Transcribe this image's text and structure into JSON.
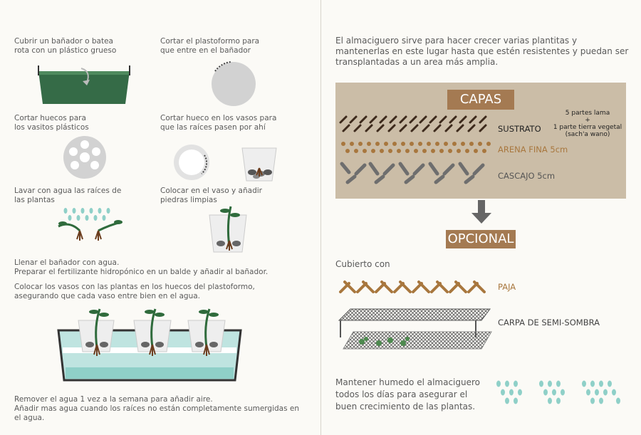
{
  "left": {
    "steps": [
      {
        "text": "Cubrir un bañador o  batea\nrota con un plástico grueso"
      },
      {
        "text": "Cortar el plastoformo para\nque entre en el bañador"
      },
      {
        "text": "Cortar huecos para\nlos vasitos plásticos"
      },
      {
        "text": "Cortar hueco en los vasos para\nque las raíces pasen por ahí"
      },
      {
        "text": "Lavar con agua las raíces de\nlas plantas"
      },
      {
        "text": "Colocar en el vaso y añadir\npiedras limpias"
      }
    ],
    "fill_text": "Llenar el bañador con agua.\nPreparar el fertilizante hidropónico en un balde y añadir al bañador.",
    "place_text": "Colocar los vasos con las plantas en los huecos del plastoformo,\nasegurando que cada vaso entre bien en el agua.",
    "remove_text": "Remover el agua 1 vez a la semana para añadir aire.\nAñadir mas agua cuando los raíces no están completamente sumergidas en\nel agua."
  },
  "right": {
    "intro": "El almaciguero  sirve para  hacer crecer varias plantitas y mantenerlas en este lugar hasta que estén resistentes y puedan ser transplantadas a un area más amplia.",
    "layers_title": "CAPAS",
    "layers": [
      {
        "label": "SUSTRATO",
        "color": "#222222"
      },
      {
        "label": "ARENA FINA 5cm",
        "color": "#a8773e"
      },
      {
        "label": "CASCAJO 5cm",
        "color": "#555555"
      }
    ],
    "substrate_note": "5 partes lama\n+\n1 parte tierra vegetal\n(sach'a wano)",
    "optional_title": "OPCIONAL",
    "covered_label": "Cubierto con",
    "straw_label": "PAJA",
    "shade_label": "CARPA DE SEMI-SOMBRA",
    "maintain_text": "Mantener humedo el almaciguero todos los días para asegurar el buen crecimiento de las plantas.",
    "colors": {
      "brown": "#a47a52",
      "band": "#cbbda7",
      "arrow": "#666666",
      "water": "#8fd0c8"
    }
  }
}
